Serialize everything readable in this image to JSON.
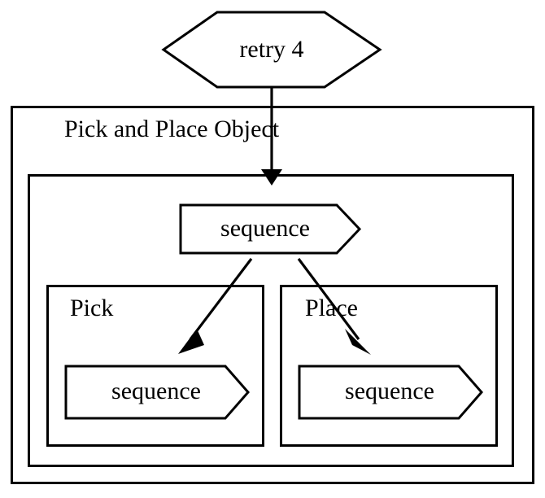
{
  "diagram": {
    "type": "behavior-tree",
    "title": "Pick and Place Object",
    "nodes": {
      "retry": {
        "label": "retry 4",
        "shape": "hexagon",
        "role": "decorator"
      },
      "root_container": {
        "label": "Pick and Place Object",
        "shape": "rectangle",
        "role": "subtree-container"
      },
      "root_sequence": {
        "label": "sequence",
        "shape": "flag-pentagon",
        "role": "control-node"
      },
      "pick_container": {
        "label": "Pick",
        "shape": "rectangle",
        "role": "subtree-container"
      },
      "place_container": {
        "label": "Place",
        "shape": "rectangle",
        "role": "subtree-container"
      },
      "pick_sequence": {
        "label": "sequence",
        "shape": "flag-pentagon",
        "role": "control-node"
      },
      "place_sequence": {
        "label": "sequence",
        "shape": "flag-pentagon",
        "role": "control-node"
      }
    },
    "edges": [
      {
        "from": "retry",
        "to": "root_sequence",
        "style": "vertical-arrow"
      },
      {
        "from": "root_sequence",
        "to": "pick_sequence",
        "style": "diagonal-arrow"
      },
      {
        "from": "root_sequence",
        "to": "place_sequence",
        "style": "diagonal-arrow"
      }
    ],
    "colors": {
      "stroke": "#000000",
      "fill": "#ffffff",
      "text": "#000000",
      "background": "#ffffff"
    }
  }
}
